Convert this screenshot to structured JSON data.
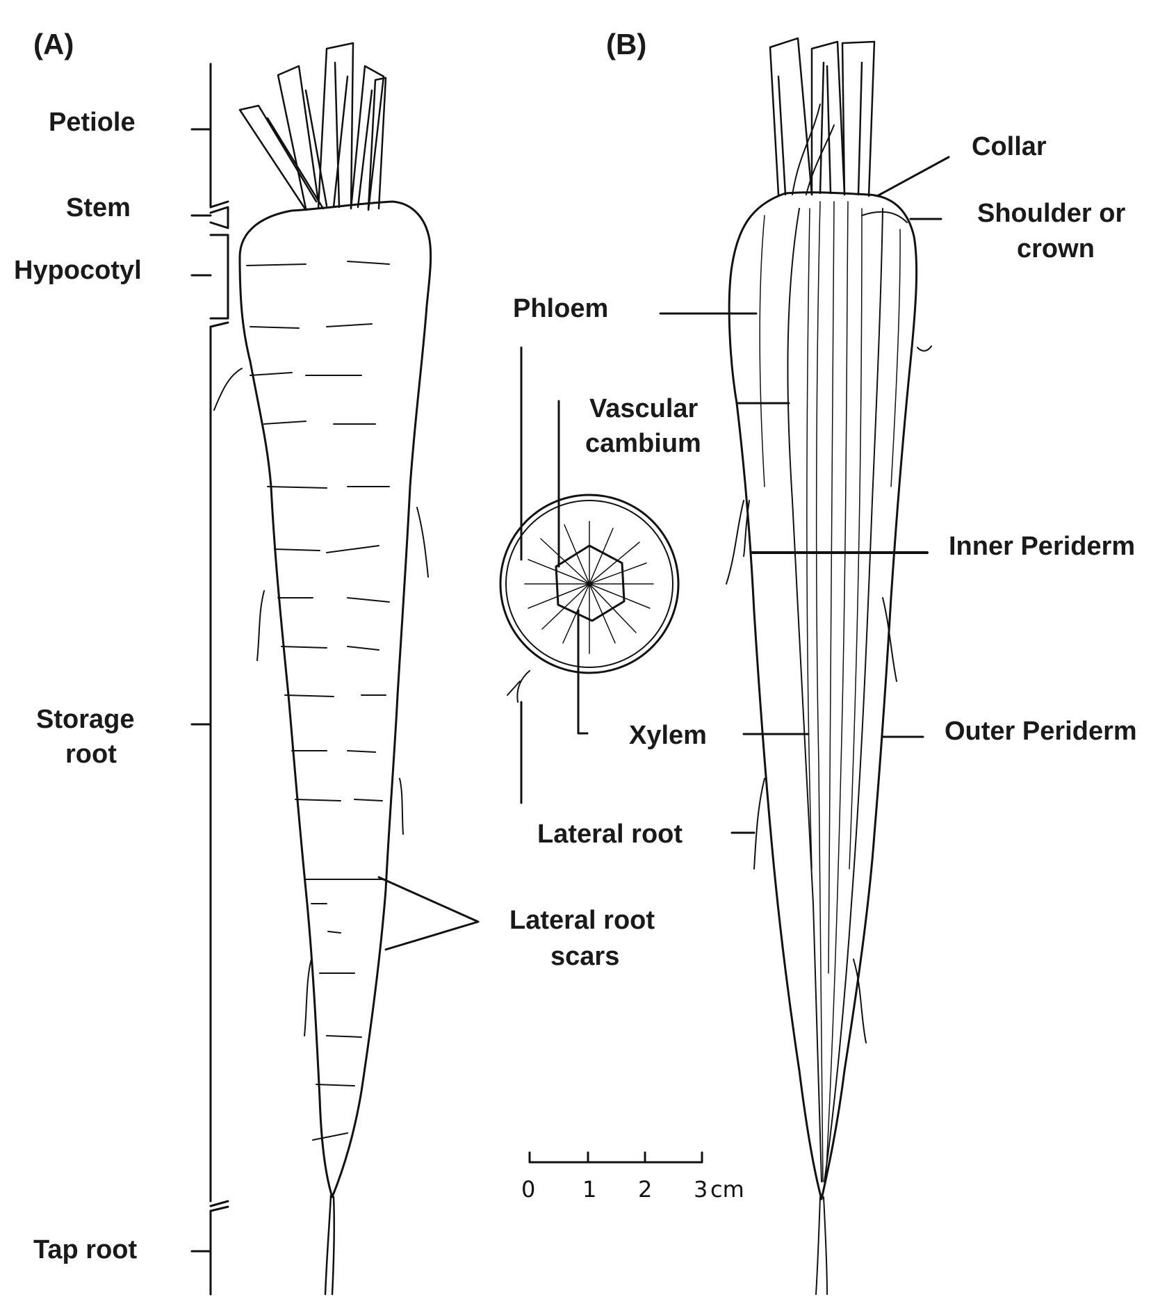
{
  "panels": {
    "a": "(A)",
    "b": "(B)"
  },
  "panel_a_labels": {
    "petiole": "Petiole",
    "stem": "Stem",
    "hypocotyl": "Hypocotyl",
    "storage_root_1": "Storage",
    "storage_root_2": "root",
    "tap_root": "Tap root",
    "lateral_root_scars_1": "Lateral root",
    "lateral_root_scars_2": "scars"
  },
  "cross_section_labels": {
    "phloem": "Phloem",
    "vascular_cambium_1": "Vascular",
    "vascular_cambium_2": "cambium",
    "xylem": "Xylem",
    "lateral_root": "Lateral root"
  },
  "panel_b_labels": {
    "collar": "Collar",
    "shoulder_1": "Shoulder or",
    "shoulder_2": "crown",
    "inner_periderm": "Inner Periderm",
    "outer_periderm": "Outer Periderm"
  },
  "scale_bar": {
    "ticks": [
      "0",
      "1",
      "2",
      "3"
    ],
    "unit": "cm"
  }
}
